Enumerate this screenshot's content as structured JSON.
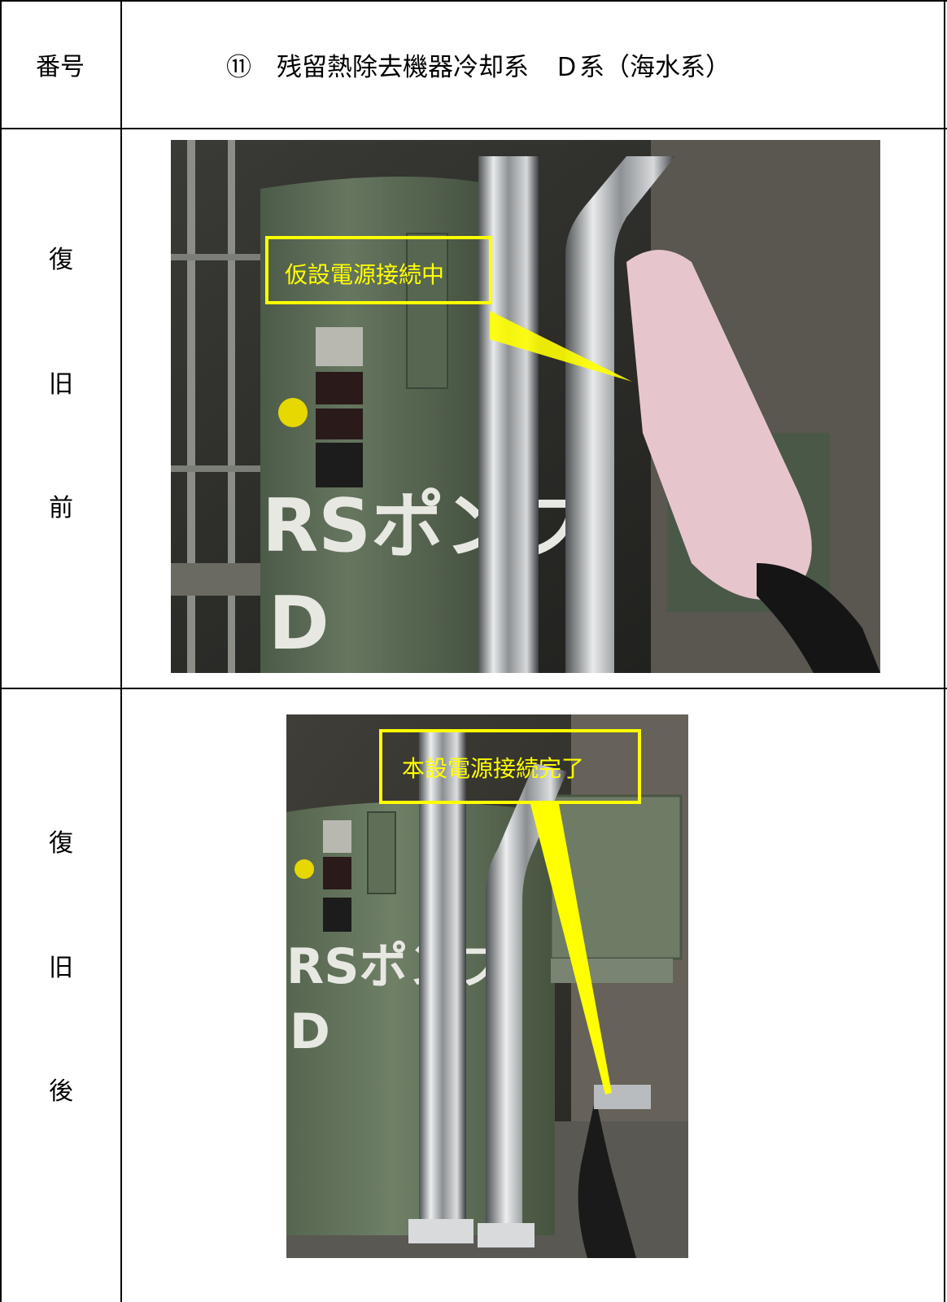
{
  "header": {
    "label": "番号",
    "title": "⑪　残留熱除去機器冷却系　Ｄ系（海水系）"
  },
  "before": {
    "side_label": [
      "復",
      "旧",
      "前"
    ],
    "callout": "仮設電源接続中",
    "pump_text_1": "RSポンプ",
    "pump_text_2": "D"
  },
  "after": {
    "side_label": [
      "復",
      "旧",
      "後"
    ],
    "callout": "本設電源接続完了",
    "pump_text_1": "RSポンプ",
    "pump_text_2": "D"
  },
  "colors": {
    "callout": "#ffff00",
    "pump_green": "#5f6f5a",
    "pipe_steel": "#c9ccce"
  }
}
